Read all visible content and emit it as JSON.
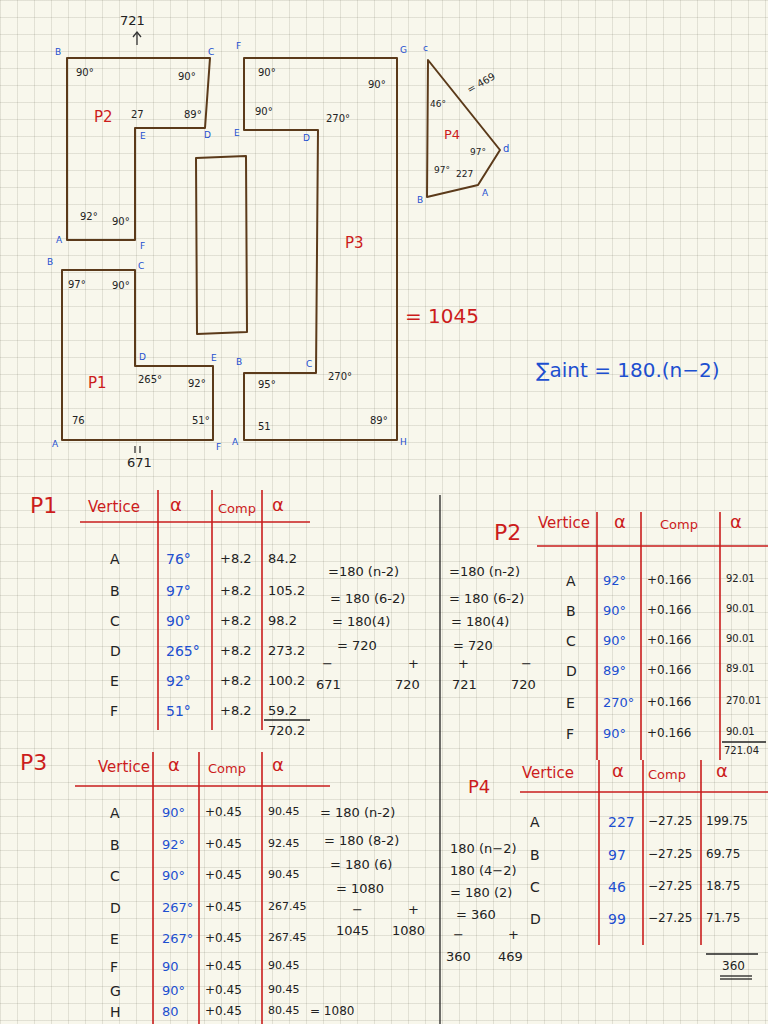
{
  "diagram": {
    "labels": [
      "721",
      "B",
      "C",
      "E",
      "D",
      "A",
      "F",
      "90°",
      "90°",
      "27",
      "89°",
      "92°",
      "90°",
      "P2",
      "F",
      "G",
      "E",
      "D",
      "C",
      "B",
      "A",
      "H",
      "90°",
      "90°",
      "90°",
      "270°",
      "95°",
      "270°",
      "51",
      "89°",
      "P3",
      "= 1045",
      "B",
      "C",
      "D",
      "E",
      "A",
      "F",
      "97°",
      "90°",
      "265°",
      "92°",
      "76",
      "51°",
      "P1",
      "671",
      "c",
      "46°",
      "= 469",
      "P4",
      "97°",
      "d",
      "97°",
      "227",
      "A",
      "B",
      "∑aint = 180.(n−2)",
      "P1",
      "Vertice",
      "α",
      "Comp",
      "α",
      "A",
      "B",
      "C",
      "D",
      "E",
      "F",
      "76°",
      "97°",
      "90°",
      "265°",
      "92°",
      "51°",
      "+8.2",
      "+8.2",
      "+8.2",
      "+8.2",
      "+8.2",
      "+8.2",
      "84.2",
      "105.2",
      "98.2",
      "273.2",
      "100.2",
      "59.2",
      "720.2",
      "=180 (n-2)",
      "= 180 (6-2)",
      "= 180(4)",
      "= 720",
      "−",
      "+",
      "671",
      "720",
      "=180 (n-2)",
      "= 180 (6-2)",
      "= 180(4)",
      "= 720",
      "+",
      "−",
      "721",
      "720",
      "P2",
      "Vertice",
      "α",
      "Comp",
      "α",
      "A",
      "B",
      "C",
      "D",
      "E",
      "F",
      "92°",
      "90°",
      "90°",
      "89°",
      "270°",
      "90°",
      "+0.166",
      "+0.166",
      "+0.166",
      "+0.166",
      "+0.166",
      "+0.166",
      "92.01",
      "90.01",
      "90.01",
      "89.01",
      "270.01",
      "90.01",
      "721.04",
      "P3",
      "Vertice",
      "α",
      "Comp",
      "α",
      "A",
      "B",
      "C",
      "D",
      "E",
      "F",
      "G",
      "H",
      "90°",
      "92°",
      "90°",
      "267°",
      "267°",
      "90",
      "90°",
      "80",
      "+0.45",
      "+0.45",
      "+0.45",
      "+0.45",
      "+0.45",
      "+0.45",
      "+0.45",
      "+0.45",
      "90.45",
      "92.45",
      "90.45",
      "267.45",
      "267.45",
      "90.45",
      "90.45",
      "80.45",
      "= 1080",
      "= 180 (n-2)",
      "= 180 (8-2)",
      "= 180 (6)",
      "= 1080",
      "−",
      "+",
      "1045",
      "1080",
      "P4",
      "Vertice",
      "α",
      "Comp",
      "α",
      "A",
      "B",
      "C",
      "D",
      "227",
      "97",
      "46",
      "99",
      "−27.25",
      "−27.25",
      "−27.25",
      "−27.25",
      "199.75",
      "69.75",
      "18.75",
      "71.75",
      "360",
      "180 (n−2)",
      "180 (4−2)",
      "= 180 (2)",
      "= 360",
      "−",
      "+",
      "360",
      "469"
    ]
  }
}
